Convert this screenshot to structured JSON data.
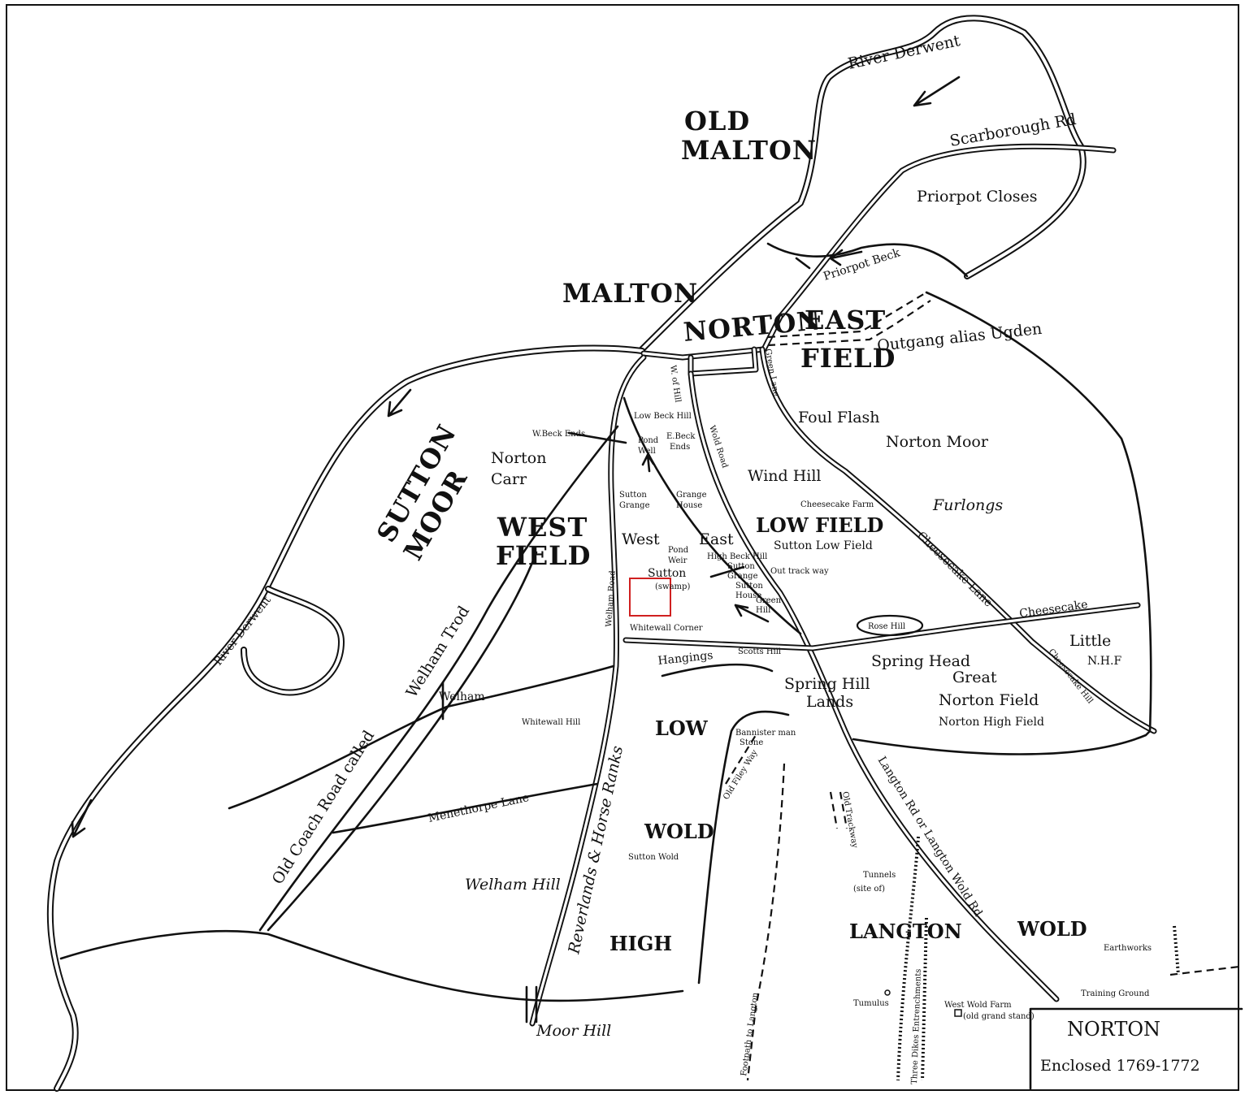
{
  "settlements": {
    "old_malton": [
      "OLD",
      "MALTON"
    ],
    "malton": "MALTON",
    "norton": "NORTON",
    "sutton": "Sutton",
    "sutton_sub": "(swamp)",
    "welham": "Welham"
  },
  "fields": {
    "east_field": [
      "EAST",
      "FIELD"
    ],
    "west_field": [
      "WEST",
      "FIELD"
    ],
    "sutton_moor": [
      "SUTTON",
      "MOOR"
    ],
    "low_field": "LOW FIELD",
    "low": "LOW",
    "wold": "WOLD",
    "high": "HIGH",
    "langton": "LANGTON",
    "langton_wold": "WOLD",
    "great_norton_field": [
      "Great",
      "Norton Field"
    ],
    "norton_high_field": "Norton High Field",
    "little_nhf": [
      "Little",
      "N.H.F"
    ],
    "norton_moor": "Norton Moor",
    "norton_carr": [
      "Norton",
      "Carr"
    ],
    "priorpot_closes": "Priorpot Closes",
    "furlongs": "Furlongs",
    "wind_hill": "Wind Hill",
    "foul_flash": "Foul Flash",
    "sutton_low_field": "Sutton Low Field",
    "sutton_wold": "Sutton Wold",
    "welham_hill": "Welham Hill",
    "spring_head": "Spring Head",
    "spring_hill_lands": [
      "Spring Hill",
      "Lands"
    ],
    "moor_hill": "Moor Hill",
    "west": "West",
    "east": "East",
    "cheesecake_farm": "Cheesecake Farm",
    "cheesecake": "Cheesecake",
    "hangings": "Hangings",
    "scotts_hill": "Scotts Hill",
    "whitewall_corner": "Whitewall Corner",
    "whitewall_hill": "Whitewall Hill",
    "earthworks": "Earthworks",
    "training_ground": "Training Ground",
    "west_wold_farm": "West Wold Farm",
    "old_grand_stand": "(old grand stand)",
    "tumulus": "Tumulus",
    "tunnels": [
      "Tunnels",
      "(site of)"
    ],
    "rose_hill": "Rose Hill",
    "wbeck_ends": "W.Beck Ends",
    "low_beck_hill": "Low Beck Hill",
    "pond_well": [
      "Pond",
      "Well"
    ],
    "ebeck_ends": [
      "E.Beck",
      "Ends"
    ],
    "sutton_grange": [
      "Sutton",
      "Grange"
    ],
    "grange_house": [
      "Grange",
      "House"
    ],
    "high_beck_hill": "High Beck Hill",
    "pond_weir": [
      "Pond",
      "Weir"
    ],
    "out_track_way": "Out track way",
    "sutton_grange2": [
      "Sutton",
      "Grange"
    ],
    "sutton_house": [
      "Sutton",
      "House"
    ],
    "green_hill": [
      "Green",
      "Hill"
    ],
    "bannister_stone": [
      "Bannister man",
      "Stone"
    ]
  },
  "routes": {
    "river_derwent_ne": "River Derwent",
    "river_derwent_w": "River Derwent",
    "scarborough_rd": "Scarborough Rd",
    "priorpot_beck": "Priorpot Beck",
    "outgang": "Outgang alias Ugden",
    "green_lane": "Green Lane",
    "wold_road": "Wold Road",
    "cheesecake_lane": "Cheesecake Lane",
    "cheesecake_hill": "Cheesecake Hill",
    "welham_road": "Welham Road",
    "welham_trod": "Welham Trod",
    "old_coach_road": "Old Coach Road called",
    "menethorpe_lane": "Menethorpe Lane",
    "reverlands": "Reverlands & Horse Ranks",
    "langton_rd": "Langton Rd or Langton Wold Rd",
    "footpath_langton": "Footpath to Langton",
    "old_trackway": "Old Trackway",
    "old_filey_way": "Old Filey Way",
    "three_dikes": "Three Dikes Entrenchments",
    "whinny_hill": "W. of Hill"
  },
  "title_box": {
    "title": "NORTON",
    "subtitle": "Enclosed  1769-1772"
  },
  "colors": {
    "ink": "#111111",
    "paper": "#ffffff",
    "highlight": "#d02020"
  }
}
